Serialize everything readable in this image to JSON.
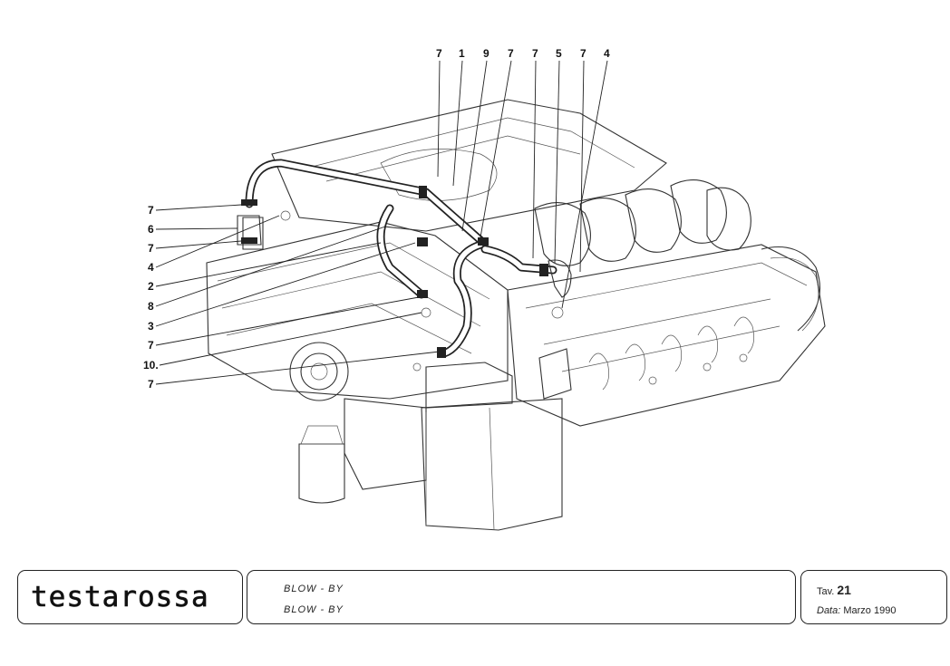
{
  "callouts_top": [
    "7",
    "1",
    "9",
    "7",
    "7",
    "5",
    "7",
    "4"
  ],
  "callouts_left": [
    "7",
    "6",
    "7",
    "4",
    "2",
    "8",
    "3",
    "7",
    "10.",
    "7"
  ],
  "title_block": {
    "brand": "testarossa",
    "title_line_1": "BLOW - BY",
    "title_line_2": "BLOW - BY",
    "tav_label": "Tav.",
    "tav_number": "21",
    "data_label": "Data:",
    "data_value": "Marzo 1990"
  }
}
